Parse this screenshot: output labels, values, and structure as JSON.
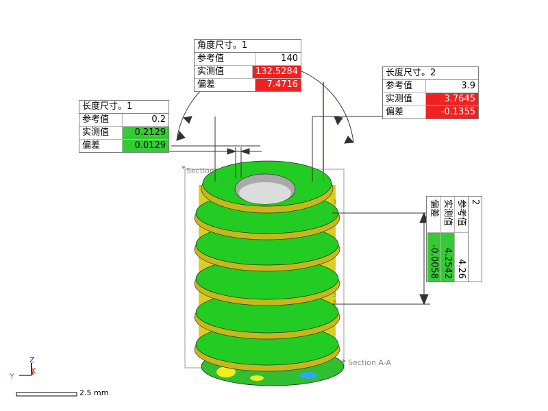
{
  "dims": {
    "angle1": {
      "title": "角度尺寸。1",
      "rows": [
        {
          "label": "参考值",
          "value": "140"
        },
        {
          "label": "实测值",
          "value": "132.5284"
        },
        {
          "label": "偏差",
          "value": "7.4716"
        }
      ]
    },
    "length2": {
      "title": "长度尺寸。2",
      "rows": [
        {
          "label": "参考值",
          "value": "3.9"
        },
        {
          "label": "实测值",
          "value": "3.7645"
        },
        {
          "label": "偏差",
          "value": "-0.1355"
        }
      ]
    },
    "length1": {
      "title": "长度尺寸。1",
      "rows": [
        {
          "label": "参考值",
          "value": "0.2"
        },
        {
          "label": "实测值",
          "value": "0.2129"
        },
        {
          "label": "偏差",
          "value": "0.0129"
        }
      ]
    },
    "rotated": {
      "title": "2",
      "rows": [
        {
          "label": "参考值",
          "value": "4.26"
        },
        {
          "label": "实测值",
          "value": "4.2542"
        },
        {
          "label": "偏差",
          "value": "-0.0058"
        }
      ]
    }
  },
  "section_top": "Section",
  "section_bottom": "Section A-A",
  "scale_label": "2.5 mm",
  "axis": {
    "z": "Z",
    "x": "X",
    "y": "Y"
  },
  "colors": {
    "model_green": "#22cc22",
    "thread_yellow": "#cfc21a",
    "fail_red": "#ee2222",
    "pass_green": "#33cc33"
  }
}
